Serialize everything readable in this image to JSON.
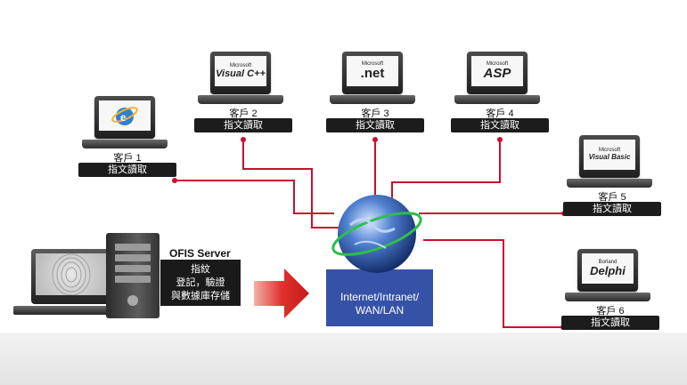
{
  "clients": [
    {
      "id": "c1",
      "name": "客戶 1",
      "tag": "指文讀取",
      "brand_small": "",
      "brand_big": "e",
      "icon": "internet-explorer-icon"
    },
    {
      "id": "c2",
      "name": "客戶 2",
      "tag": "指文讀取",
      "brand_small": "Microsoft",
      "brand_big": "Visual C++",
      "icon": "visual-cpp-logo"
    },
    {
      "id": "c3",
      "name": "客戶 3",
      "tag": "指文讀取",
      "brand_small": "Microsoft",
      "brand_big": ".net",
      "icon": "dotnet-logo"
    },
    {
      "id": "c4",
      "name": "客戶 4",
      "tag": "指文讀取",
      "brand_small": "Microsoft",
      "brand_big": "ASP",
      "icon": "asp-logo"
    },
    {
      "id": "c5",
      "name": "客戶 5",
      "tag": "指文讀取",
      "brand_small": "Microsoft",
      "brand_big": "Visual Basic",
      "icon": "visual-basic-logo"
    },
    {
      "id": "c6",
      "name": "客戶 6",
      "tag": "指文讀取",
      "brand_small": "Borland",
      "brand_big": "Delphi",
      "icon": "delphi-logo"
    }
  ],
  "server": {
    "title": "OFIS Server",
    "lines": [
      "指紋",
      "登記，驗證",
      "與數據庫存儲"
    ]
  },
  "network": {
    "lines": [
      "Internet/Intranet/",
      "WAN/LAN"
    ]
  },
  "colors": {
    "wire": "#c8102e",
    "arrow": "#e0322e",
    "network_box": "#3652a7",
    "tag_bg": "#1c1c1c"
  }
}
